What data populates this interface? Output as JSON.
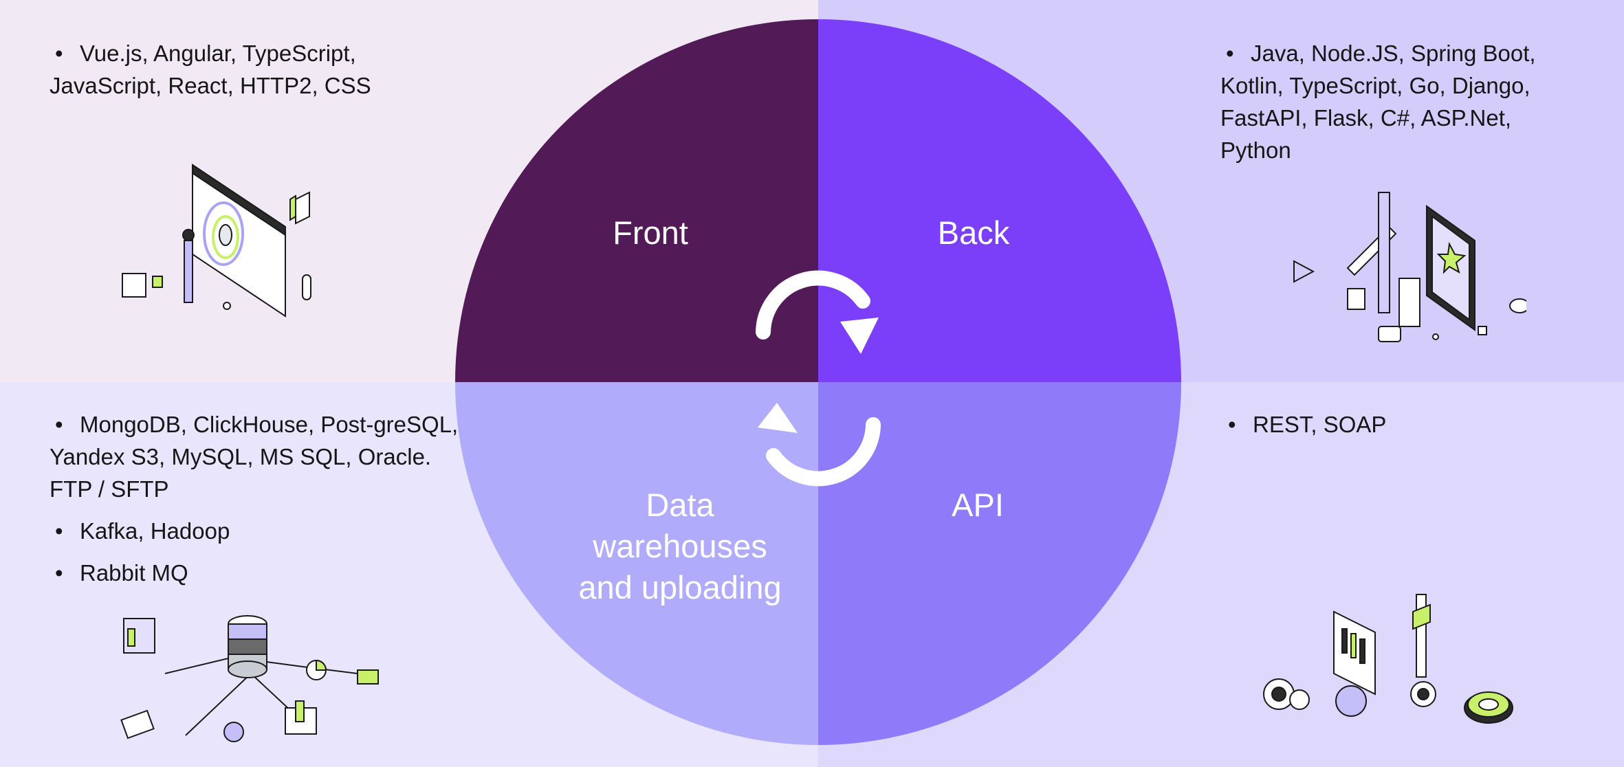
{
  "colors": {
    "front": "#521a56",
    "back": "#7b3ff9",
    "data": "#b0acfb",
    "api": "#8f7bfa",
    "accent_lime": "#c8f06a"
  },
  "segments": {
    "front": {
      "label": "Front",
      "items": [
        "Vue.js, Angular, TypeScript, JavaScript, React, HTTP2, CSS"
      ]
    },
    "back": {
      "label": "Back",
      "items": [
        "Java, Node.JS, Spring Boot, Kotlin, TypeScript, Go, Django, FastAPI, Flask, C#, ASP.Net, Python"
      ]
    },
    "data": {
      "label_lines": [
        "Data",
        "warehouses",
        "and uploading"
      ],
      "items": [
        "MongoDB, ClickHouse, Post-greSQL, Yandex S3, MySQL, MS SQL, Oracle. FTP / SFTP",
        "Kafka, Hadoop",
        "Rabbit MQ"
      ]
    },
    "api": {
      "label": "API",
      "items": [
        "REST, SOAP"
      ]
    }
  },
  "bullet": "•",
  "icons": [
    "cycle-arrows-icon",
    "frontend-illustration",
    "backend-illustration",
    "database-illustration",
    "api-illustration"
  ]
}
